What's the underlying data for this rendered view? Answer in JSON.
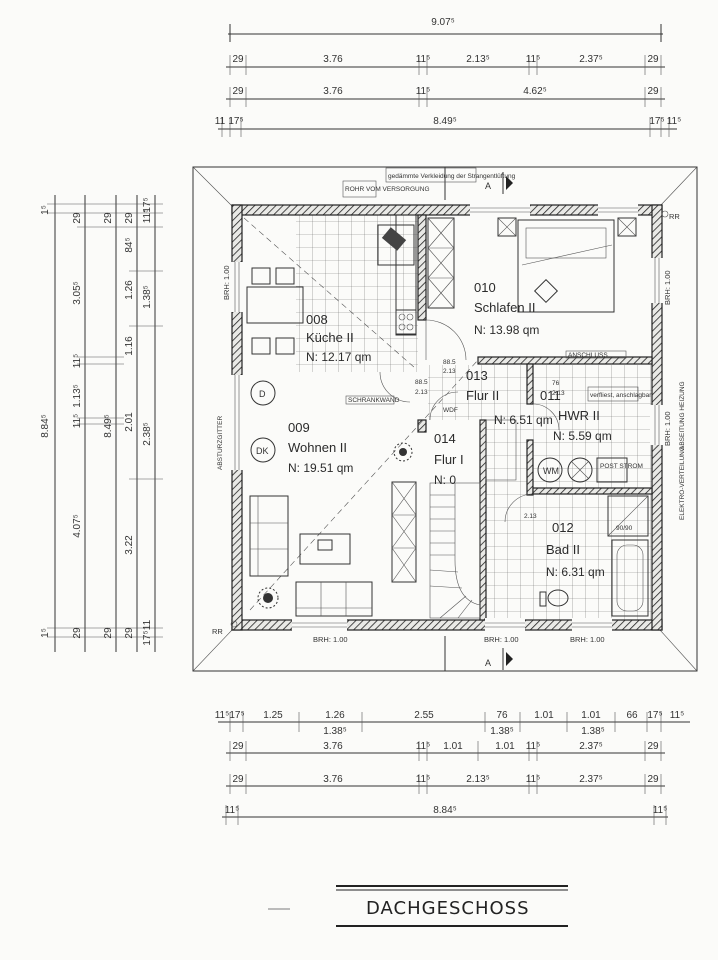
{
  "title": "DACHGESCHOSS",
  "section_marker": "A",
  "dims_top": {
    "row1": [
      "9.07⁵"
    ],
    "row2": [
      "29",
      "3.76",
      "11⁵",
      "2.13⁵",
      "11⁵",
      "2.37⁵",
      "29"
    ],
    "row3": [
      "29",
      "3.76",
      "11⁵",
      "4.62⁵",
      "29"
    ],
    "row4": [
      "11",
      "17⁵",
      "8.49⁵",
      "17⁵",
      "11⁵"
    ]
  },
  "dims_left": {
    "outer": [
      "1⁵",
      "8.84⁵",
      "1⁵"
    ],
    "col2": [
      "29",
      "3.05⁵",
      "11⁵",
      "1.13⁵",
      "11⁵",
      "4.07⁵",
      "29"
    ],
    "col3": [
      "29",
      "8.49⁵",
      "29"
    ],
    "col4": [
      "29",
      "84⁵",
      "1.26",
      "1.16",
      "2.01",
      "3.22",
      "29"
    ],
    "col5": [
      "17⁵",
      "11⁵",
      "1.38⁵",
      "2.38⁵",
      "11",
      "17⁵"
    ]
  },
  "dims_bottom": {
    "row1": [
      "11⁵",
      "17⁵",
      "1.25",
      "1.26",
      "2.55",
      "76",
      "1.01",
      "1.01",
      "66",
      "17⁵",
      "11⁵"
    ],
    "row1_sub": [
      "1.38⁵",
      "1.38⁵",
      "1.38⁵"
    ],
    "row2": [
      "29",
      "3.76",
      "11⁵",
      "1.01",
      "1.01",
      "11⁵",
      "2.37⁵",
      "29"
    ],
    "row3": [
      "29",
      "3.76",
      "11⁵",
      "2.13⁵",
      "11⁵",
      "2.37⁵",
      "29"
    ],
    "row4": [
      "11⁵",
      "8.84⁵",
      "11⁵"
    ]
  },
  "rooms": [
    {
      "num": "008",
      "name": "Küche II",
      "area": "N: 12.17 qm"
    },
    {
      "num": "009",
      "name": "Wohnen II",
      "area": "N: 19.51 qm"
    },
    {
      "num": "010",
      "name": "Schlafen II",
      "area": "N: 13.98 qm"
    },
    {
      "num": "013",
      "name": "Flur II",
      "area": "N: 6.51 qm"
    },
    {
      "num": "014",
      "name": "Flur I",
      "area": "N: 0"
    },
    {
      "num": "011",
      "name": "HWR II",
      "area": "N: 5.59 qm"
    },
    {
      "num": "012",
      "name": "Bad II",
      "area": "N: 6.31 qm"
    }
  ],
  "labels": {
    "brh_100": "BRH: 1.00",
    "rr": "RR",
    "absturz": "ABSTURZGITTER",
    "rohr": "ROHR VOM VERSORGUNG",
    "verkleidung": "gedämmte Verkleidung der Strangentlüftung",
    "schrank": "SCHRANKWAND",
    "wm": "WM",
    "post": "POST STROM",
    "d": "D",
    "dk": "DK",
    "opening_88": "88.5",
    "opening_213": "2.13",
    "opening_76": "76",
    "wdf": "WDF",
    "verfliest": "verfliest, anschlagbar",
    "anschluss": "ANSCHLUSS",
    "elektro": "ELEKTRO-VERTEILUNG",
    "abseitung": "ABSEITUNG HEIZUNG",
    "shower": "90/90"
  }
}
